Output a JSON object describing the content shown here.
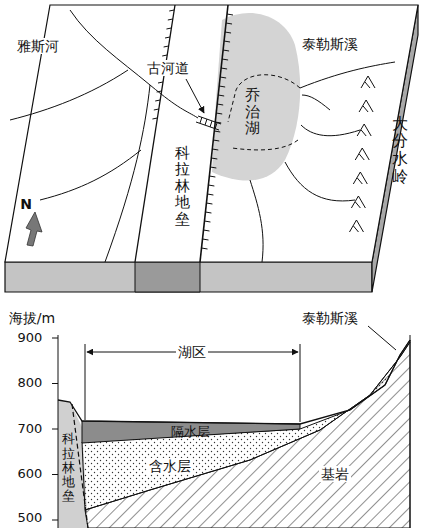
{
  "diagram": {
    "labels": [
      "雅斯河",
      "古河道",
      "乔治湖",
      "泰勒斯溪",
      "科拉林地垒",
      "大分水岭",
      "N",
      "海拔/m",
      "900",
      "800",
      "700",
      "600",
      "500",
      "湖区",
      "隔水层",
      "含水层",
      "基岩",
      "泰勒斯溪",
      "科拉林地垒"
    ]
  }
}
